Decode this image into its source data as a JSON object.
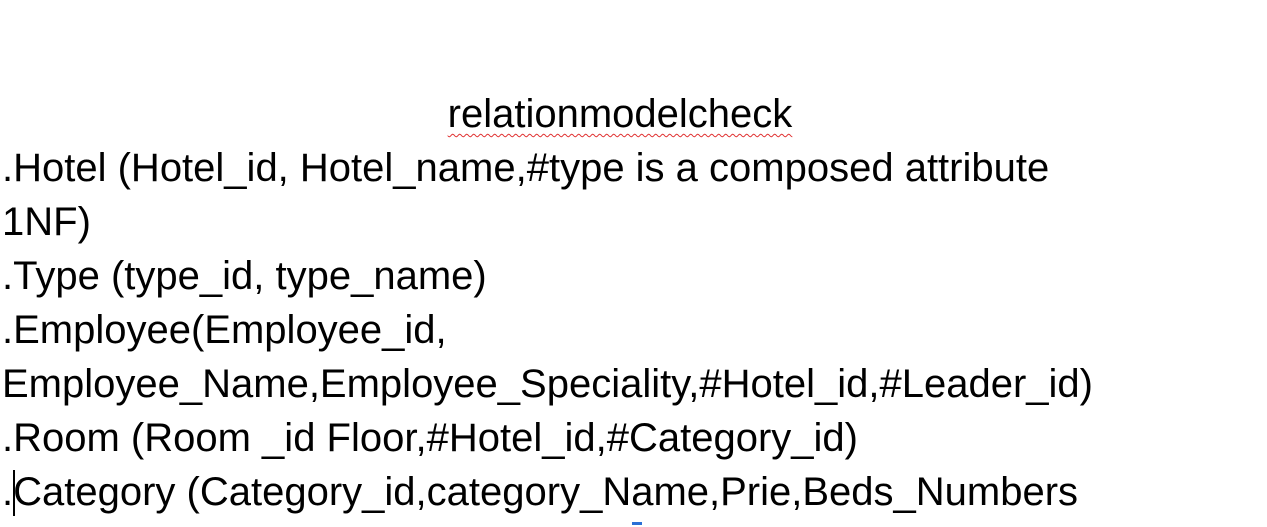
{
  "document": {
    "title": "relationmodelcheck",
    "lines": [
      ".Hotel (Hotel_id, Hotel_name,#type is a composed attribute",
      "1NF)",
      ".Type (type_id, type_name)",
      ".Employee(Employee_id,",
      "Employee_Name,Employee_Speciality,#Hotel_id,#Leader_id)",
      ".Room (Room _id Floor,#Hotel_id,#Category_id)",
      ".Category (Category_id,category_Name,Prie,Beds_Numbers"
    ]
  }
}
